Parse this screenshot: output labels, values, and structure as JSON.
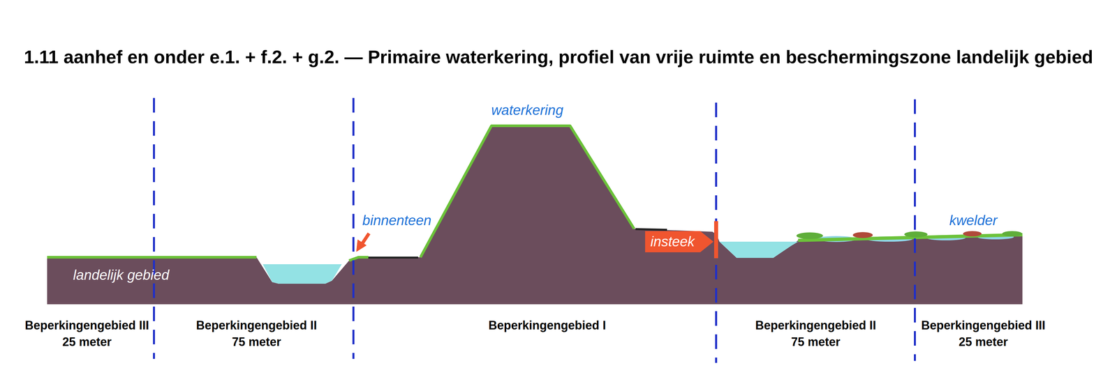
{
  "diagram": {
    "title": "1.11 aanhef en onder e.1. + f.2. + g.2. — Primaire waterkering, profiel van vrije ruimte en beschermingszone landelijk gebied",
    "nodes": [
      {
        "text": [
          "insteek"
        ]
      }
    ],
    "labels": [
      "waterkering",
      "binnenteen",
      "kwelder",
      "landelijk gebied",
      "Beperkingengebied III",
      "25 meter",
      "Beperkingengebied II",
      "75 meter",
      "Beperkingengebied I",
      "Beperkingengebied II",
      "75 meter",
      "Beperkingengebied III",
      "25 meter"
    ]
  }
}
